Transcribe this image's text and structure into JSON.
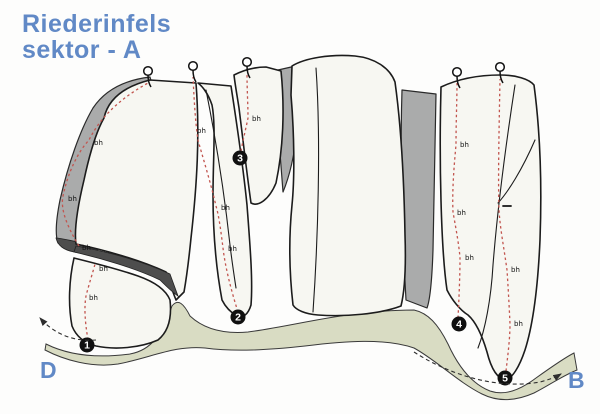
{
  "title": {
    "line1": "Riederinfels",
    "line2": "sektor - A"
  },
  "labels": {
    "left_exit": "D",
    "right_exit": "B"
  },
  "bolt": {
    "label": "bh"
  },
  "routes": [
    {
      "number": "1"
    },
    {
      "number": "2"
    },
    {
      "number": "3"
    },
    {
      "number": "4"
    },
    {
      "number": "5"
    }
  ],
  "colors": {
    "title_blue": "#6189c6",
    "ground_olive": "#d9dcc3",
    "rock_fill": "#f7f7f2",
    "shade_gray": "#aaabab",
    "shade_dark": "#4d4d4d",
    "route_red": "#c2554f",
    "outline": "#1c1c1c"
  }
}
